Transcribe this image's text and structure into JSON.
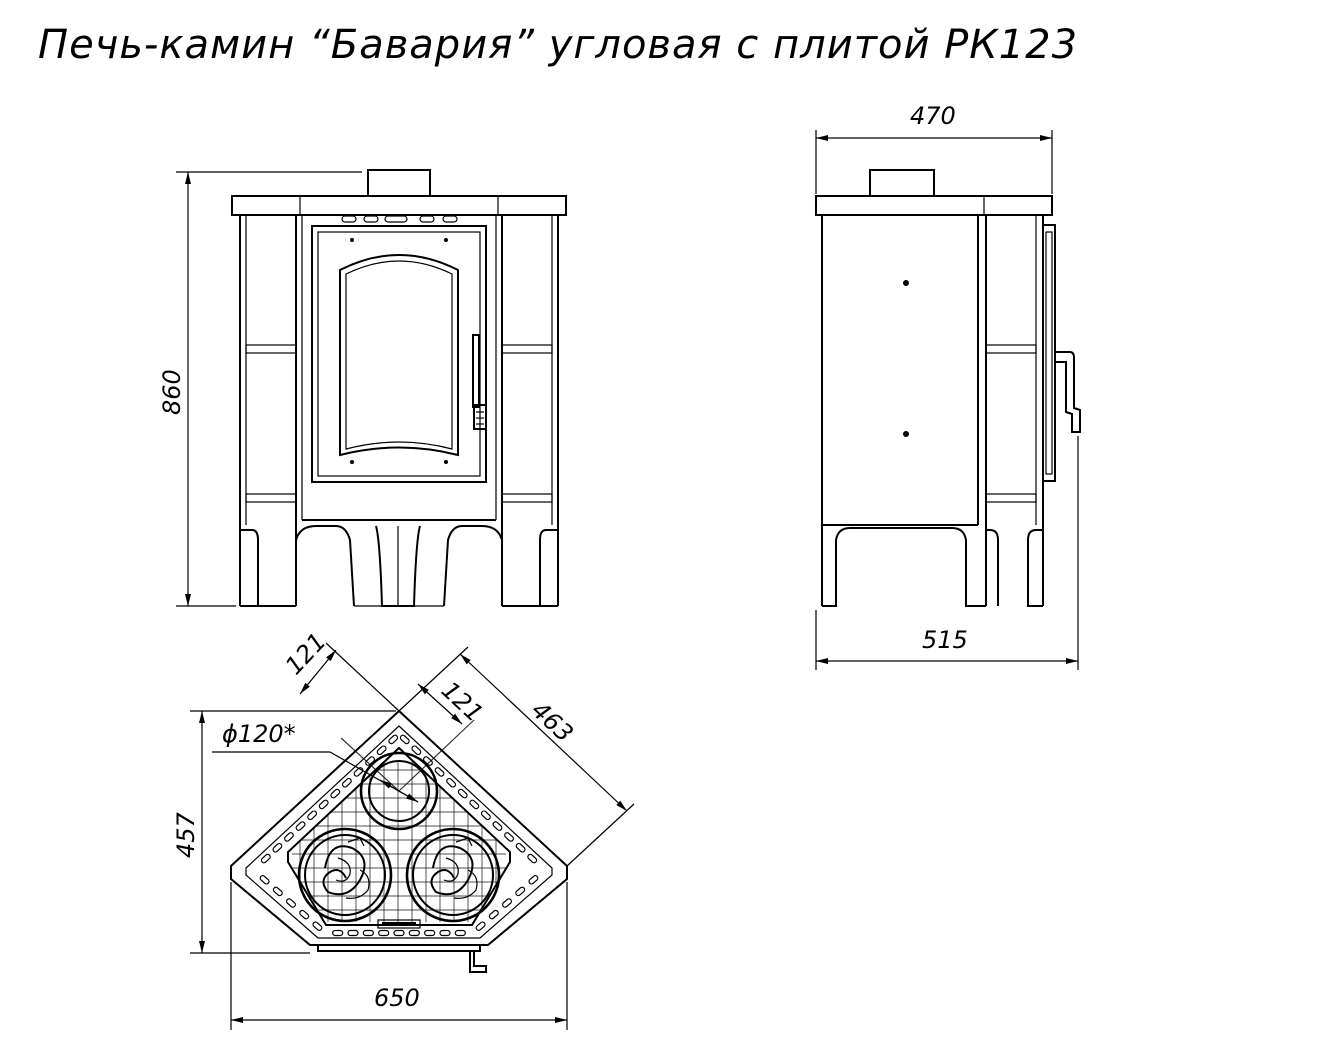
{
  "title": "Печь-камин “Бавария” угловая с плитой РК123",
  "dimensions": {
    "front_height": "860",
    "side_top_depth": "470",
    "side_bottom_depth": "515",
    "plan_width": "650",
    "plan_height": "457",
    "plan_diagonal": "463",
    "flue_offset_left": "121",
    "flue_offset_right": "121",
    "flue_diameter": "ϕ120*"
  },
  "colors": {
    "line": "#000000",
    "background": "#ffffff"
  }
}
